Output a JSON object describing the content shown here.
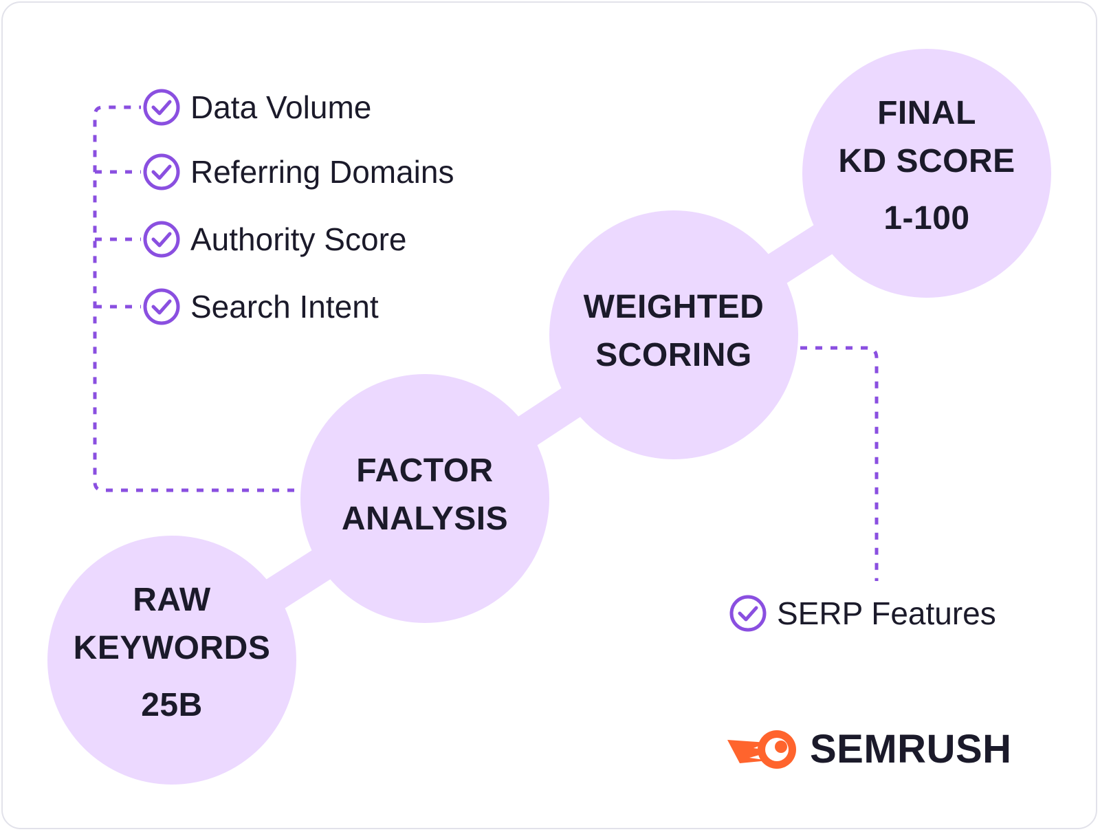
{
  "colors": {
    "circle_fill": "#ecd9ff",
    "connector": "#ecd9ff",
    "dash": "#8a4fe0",
    "check": "#8a4fe0",
    "text": "#1b1a2a",
    "logo_orange": "#ff642d"
  },
  "nodes": {
    "raw": {
      "line1": "RAW",
      "line2": "KEYWORDS",
      "value": "25B"
    },
    "factor": {
      "line1": "FACTOR",
      "line2": "ANALYSIS"
    },
    "weighted": {
      "line1": "WEIGHTED",
      "line2": "SCORING"
    },
    "final": {
      "line1": "FINAL",
      "line2": "KD SCORE",
      "value": "1-100"
    }
  },
  "factors": [
    {
      "label": "Data Volume",
      "icon": "check-circle-icon"
    },
    {
      "label": "Referring Domains",
      "icon": "check-circle-icon"
    },
    {
      "label": "Authority Score",
      "icon": "check-circle-icon"
    },
    {
      "label": "Search Intent",
      "icon": "check-circle-icon"
    }
  ],
  "serp": {
    "label": "SERP Features",
    "icon": "check-circle-icon"
  },
  "logo": {
    "text": "SEMRUSH",
    "icon": "semrush-comet-icon"
  }
}
